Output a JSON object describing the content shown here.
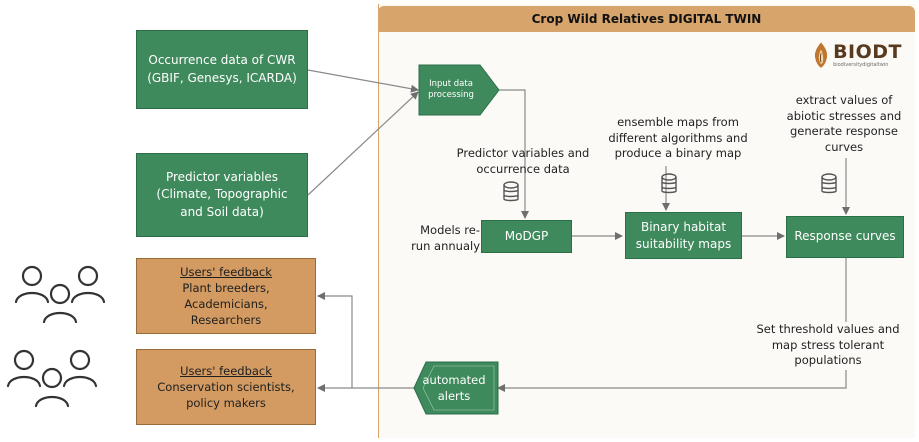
{
  "panel": {
    "title": "Crop Wild Relatives DIGITAL TWIN"
  },
  "logo": {
    "text": "BIODT",
    "subtext": "biodiversitydigitaltwin"
  },
  "inputs": {
    "occurrence": [
      "Occurrence data of CWR",
      "(GBIF, Genesys, ICARDA)"
    ],
    "predictor": [
      "Predictor variables",
      "(Climate, Topographic",
      "and Soil data)"
    ]
  },
  "processing": {
    "input": [
      "Input data",
      "processing"
    ]
  },
  "nodes": {
    "modgp": "MoDGP",
    "binary": [
      "Binary habitat",
      "suitability maps"
    ],
    "response": "Response curves",
    "alerts": [
      "automated",
      "alerts"
    ]
  },
  "labels": {
    "predictor_occurrence": [
      "Predictor variables and",
      "occurrence data"
    ],
    "ensemble": [
      "ensemble maps from",
      "different algorithms and",
      "produce a binary map"
    ],
    "extract": [
      "extract values of",
      "abiotic stresses and",
      "generate response",
      "curves"
    ],
    "models": [
      "Models re-",
      "run annualy"
    ],
    "threshold": [
      "Set threshold values and",
      "map stress tolerant",
      "populations"
    ]
  },
  "feedback": {
    "breeders": {
      "title": "Users' feedback",
      "lines": [
        "Plant breeders,",
        "Academicians,",
        "Researchers"
      ]
    },
    "conservation": {
      "title": "Users' feedback",
      "lines": [
        "Conservation scientists,",
        "policy makers"
      ]
    }
  },
  "icons": [
    "database-icon",
    "users-icon",
    "logo-flame-icon"
  ],
  "colors": {
    "green": "#3f8a5c",
    "orange": "#d39b62",
    "header": "#d7a46b"
  }
}
